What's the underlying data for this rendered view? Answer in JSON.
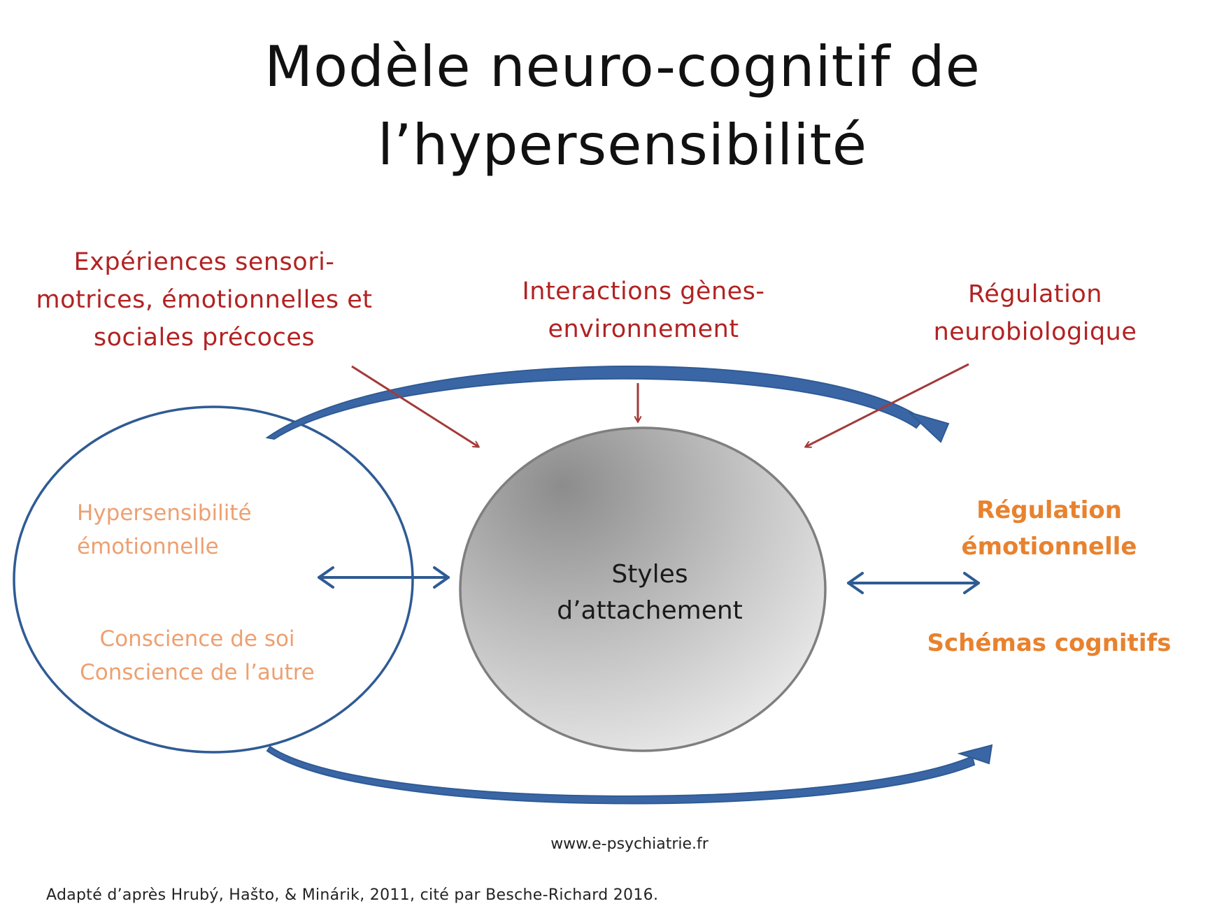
{
  "title": {
    "line1": "Modèle neuro-cognitif de",
    "line2": "l’hypersensibilité"
  },
  "influences": {
    "early_experiences": {
      "line1": "Expériences sensori-",
      "line2": "motrices, émotionnelles et",
      "line3": "sociales précoces"
    },
    "gene_env": {
      "line1": "Interactions gènes-",
      "line2": "environnement"
    },
    "neuro_regulation": {
      "line1": "Régulation",
      "line2": "neurobiologique"
    }
  },
  "left_circle": {
    "hypersensitivity": {
      "line1": "Hypersensibilité",
      "line2": "émotionnelle"
    },
    "awareness": {
      "line1": "Conscience de soi",
      "line2": "Conscience de l’autre"
    }
  },
  "center_circle": {
    "line1": "Styles",
    "line2": "d’attachement"
  },
  "right_group": {
    "regulation": {
      "line1": "Régulation",
      "line2": "émotionnelle"
    },
    "schemas": "Schémas cognitifs"
  },
  "footer": {
    "website": "www.e-psychiatrie.fr",
    "source": "Adapté d’après Hrubý, Hašto, & Minárik, 2011,  cité par Besche-Richard 2016."
  },
  "colors": {
    "title": "#111111",
    "influence_text": "#b22222",
    "influence_arrow": "#a33a3a",
    "circle_stroke": "#2f5b94",
    "cycle_arrow": "#3a66a6",
    "light_orange": "#eda071",
    "bold_orange": "#e8822e"
  }
}
